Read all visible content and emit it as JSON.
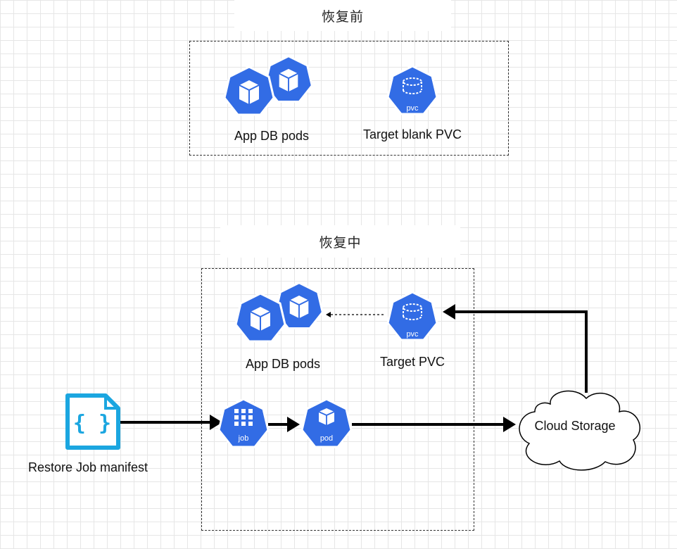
{
  "before": {
    "title": "恢复前",
    "app_label": "App DB pods",
    "pvc_label": "Target blank PVC",
    "pvc_icon_text": "pvc"
  },
  "during": {
    "title": "恢复中",
    "app_label": "App DB pods",
    "pvc_label": "Target PVC",
    "pvc_icon_text": "pvc",
    "job_icon_text": "job",
    "pod_icon_text": "pod"
  },
  "manifest": {
    "label": "Restore Job manifest",
    "icon_text": "{ }"
  },
  "cloud": {
    "label": "Cloud Storage"
  },
  "colors": {
    "k8s_blue": "#326ce5",
    "manifest_cyan": "#1ba6e0",
    "line": "#000000"
  }
}
